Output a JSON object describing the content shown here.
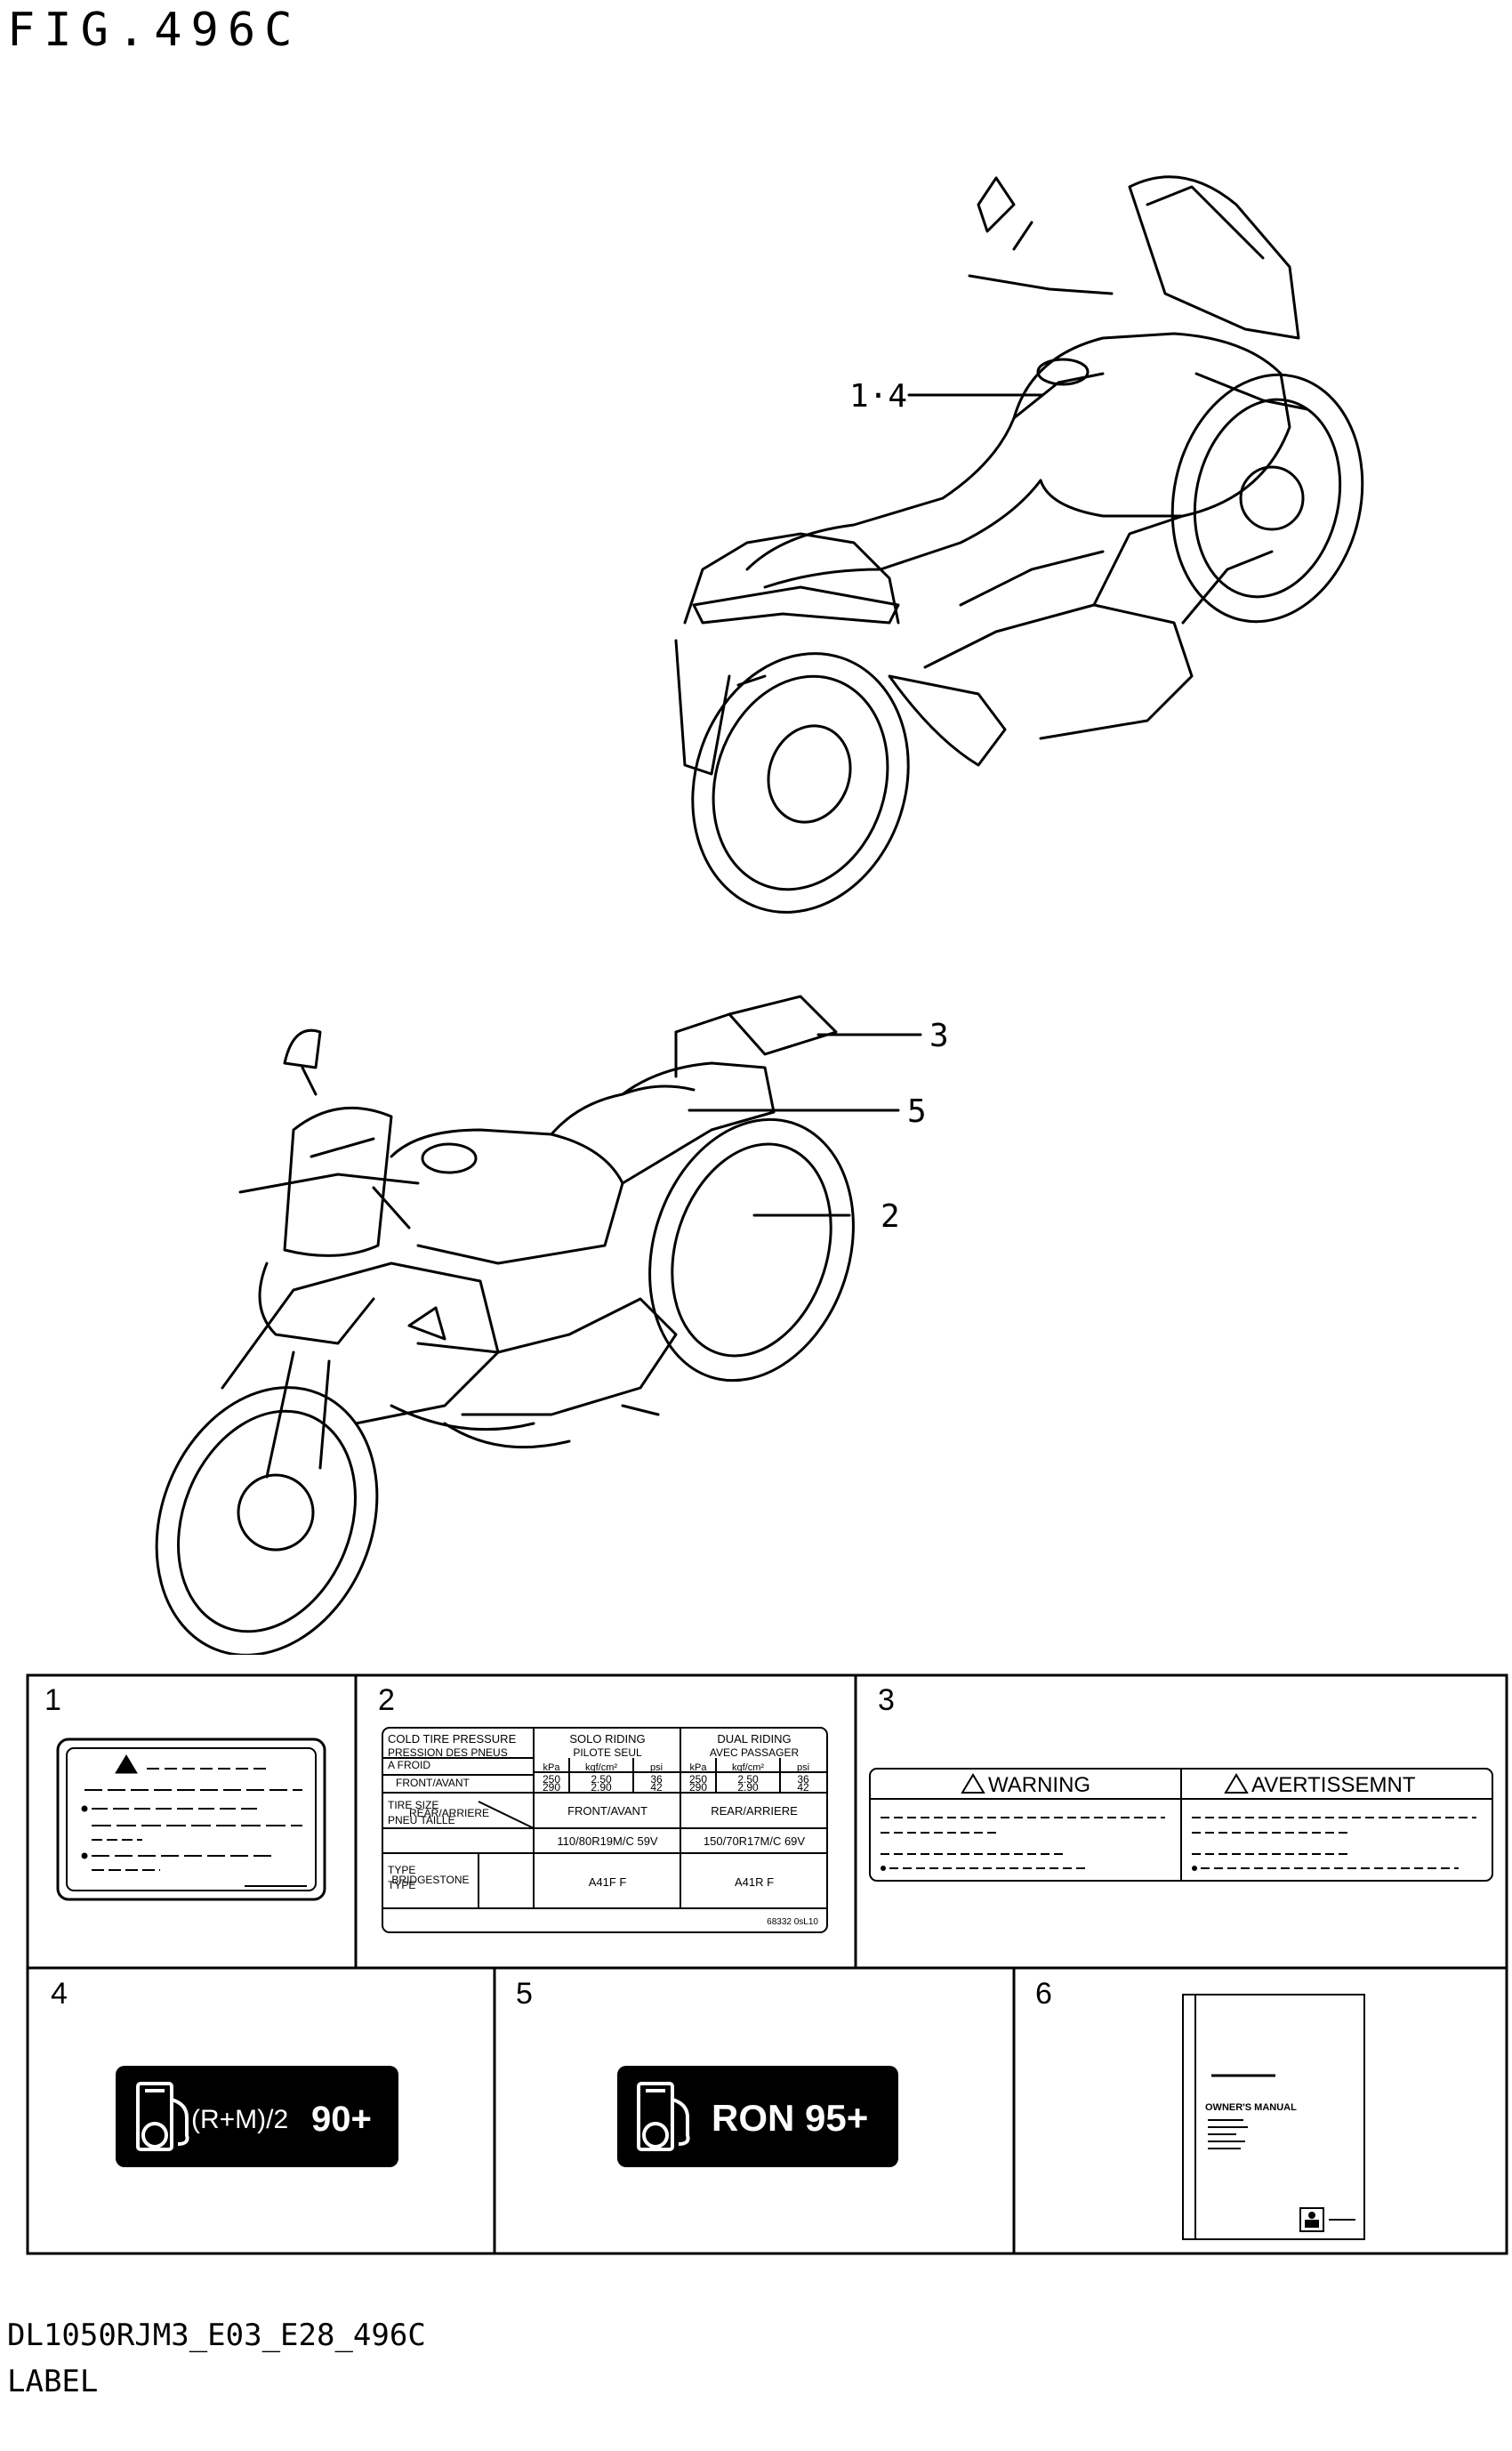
{
  "figure": {
    "title": "FIG.496C"
  },
  "callouts": {
    "c14": "1·4",
    "c3": "3",
    "c5": "5",
    "c2": "2"
  },
  "panels": [
    {
      "number": "1"
    },
    {
      "number": "2"
    },
    {
      "number": "3"
    },
    {
      "number": "4"
    },
    {
      "number": "5"
    },
    {
      "number": "6"
    }
  ],
  "tire_label": {
    "pressure_title": "COLD TIRE PRESSURE",
    "pressure_title_fr": "PRESSION DES PNEUS",
    "pressure_title_fr2": "A FROID",
    "solo": "SOLO RIDING",
    "solo_fr": "PILOTE SEUL",
    "dual": "DUAL RIDING",
    "dual_fr": "AVEC PASSAGER",
    "units": [
      "kPa",
      "kgf/cm²",
      "psi",
      "kPa",
      "kgf/cm²",
      "psi"
    ],
    "front_label": "FRONT/AVANT",
    "rear_label": "REAR/ARRIERE",
    "front_values": [
      "250",
      "2.50",
      "36",
      "250",
      "2.50",
      "36"
    ],
    "rear_values": [
      "290",
      "2.90",
      "42",
      "290",
      "2.90",
      "42"
    ],
    "size_label": "TIRE SIZE",
    "size_label_fr": "PNEU TAILLE",
    "col_front": "FRONT/AVANT",
    "col_rear": "REAR/ARRIERE",
    "front_size": "110/80R19M/C 59V",
    "rear_size": "150/70R17M/C 69V",
    "type_label": "TYPE",
    "type_label2": "TYPE",
    "brand": "BRIDGESTONE",
    "front_type": "A41F F",
    "rear_type": "A41R F",
    "part_code": "68332 0sL10"
  },
  "warning_label": {
    "left_head": "WARNING",
    "right_head": "AVERTISSEMNT"
  },
  "fuel_labels": {
    "label4": "(R+M)/2",
    "label4_value": "90+",
    "label5": "RON 95+"
  },
  "manual": {
    "title": "OWNER'S MANUAL"
  },
  "footer": {
    "code": "DL1050RJM3_E03_E28_496C",
    "name": "LABEL"
  }
}
